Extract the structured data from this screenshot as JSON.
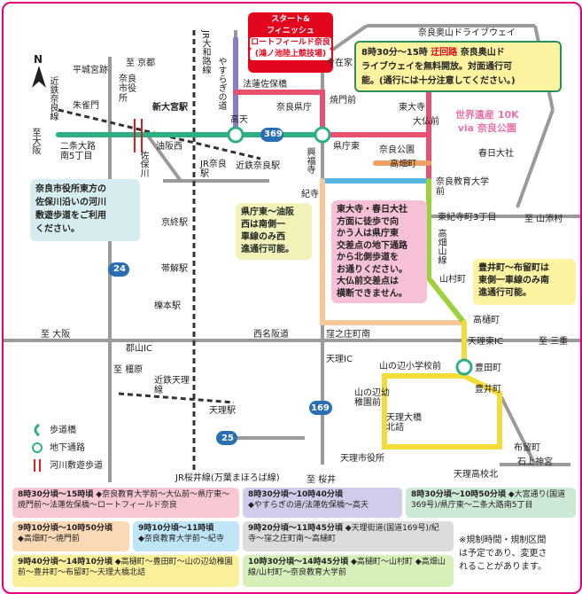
{
  "start_finish": {
    "line1": "スタート&",
    "line2": "フィニッシュ",
    "line3": "ロートフィールド奈良",
    "line4": "(鴻ノ池陸上競技場)"
  },
  "callouts": {
    "driveway_l1": "8時30分〜15時 ",
    "driveway_detour": "迂回路",
    "driveway_l1b": " 奈良奥山ド",
    "driveway_l2": "ライブウェイを無料開放。対面通行可",
    "driveway_l3": "能。(通行には十分注意してください。)",
    "heritage_l1": "世界遺産 10K",
    "heritage_l2": "via 奈良公園",
    "city_hall_l1": "奈良市役所東方の",
    "city_hall_l2": "佐保川沿いの河川",
    "city_hall_l3": "敷遊歩道をご利用",
    "city_hall_l4": "ください。",
    "kenchohigashi_l1": "県庁東〜油阪",
    "kenchohigashi_l2": "西は南側一",
    "kenchohigashi_l3": "車線のみ西",
    "kenchohigashi_l4": "進通行可能。",
    "walk_l1": "東大寺・春日大社",
    "walk_l2": "方面に徒歩で向",
    "walk_l3": "かう人は県庁東",
    "walk_l4": "交差点の地下通路",
    "walk_l5": "から北側歩道を",
    "walk_l6": "お通りください。",
    "walk_l7": "大仏前交差点は",
    "walk_l8": "横断できません。",
    "toyoi_l1": "豊井町〜布留町は",
    "toyoi_l2": "東側一車線のみ南",
    "toyoi_l3": "進通行可能。"
  },
  "places": {
    "north": "N",
    "nara_okuyama_dw": "奈良奥山ドライブウェイ",
    "imazaike": "今在家",
    "hokkekaichi": "法蓮佐保橋",
    "yasuragi": "やすらぎの道",
    "jr_yamatoji": "JR大和路線",
    "kintetsu_nara_line": "近鉄奈良線",
    "heijo": "平城宮跡",
    "kyoto": "至 京都",
    "nara_city_hall": "奈良市役所",
    "suzakumon": "朱雀門",
    "shin_omiya": "新大宮駅",
    "to_osaka": "至大阪",
    "nijo_oji": "二条大路南5丁目",
    "aburasaka": "油阪西",
    "saho_river": "佐保川",
    "jr_nara": "JR奈良駅",
    "kintetsu_nara": "近鉄奈良駅",
    "koten": "高天",
    "kencho_mae": "奈良県庁",
    "kencho_higashi": "県庁東",
    "yakeimon": "焼門前",
    "todaiji": "東大寺",
    "daibutsu": "大仏前",
    "nara_koen": "奈良公園",
    "takabatake": "高畑町",
    "kasuga": "春日大社",
    "kyodai": "奈良教育大学前",
    "kofukuji": "興福寺",
    "kidera": "紀寺",
    "kitoji3": "東紀寺町3丁目",
    "yamazoe": "至 山添村",
    "kyobate": "京終駅",
    "obitoke": "帯解駅",
    "ichinomoto": "櫟本駅",
    "route24": "24",
    "to_osaka2": "至 大阪",
    "koriyama_ic": "郡山IC",
    "nishi_nara": "西名阪道",
    "kashihara": "至 橿原",
    "tenri_ic": "天理IC",
    "hinohara": "窪之庄町南",
    "takahicho": "高樋町",
    "higashi_ic": "天理東IC",
    "to_mie": "至 三重",
    "toyodacho": "豊田町",
    "yamanobe_school": "山の辺小学校前",
    "toyoi": "豊井町",
    "yamanobe_kinder": "山の辺幼稚園前",
    "tenri_ohashi": "天理大橋北詰",
    "kintetsu_tenri": "近鉄天理線",
    "jr_tenri": "天理駅",
    "route169": "169",
    "route25": "25",
    "furucho": "布留町",
    "isonokami": "石上神宮",
    "tenri_city_hall": "天理市役所",
    "tenri_high": "天理高校北",
    "sakurai": "至 桜井",
    "jr_sakurai_line": "JR桜井線(万葉まほろば線)",
    "takahatake_san": "高畑山線",
    "yamamura": "山村町",
    "route369": "369"
  },
  "legend": {
    "bridge": "歩道橋",
    "underpass": "地下通路",
    "riverside": "河川敷遊歩道"
  },
  "schedule": [
    {
      "time": "8時30分頃〜15時頃",
      "route": "◆奈良教育大学前〜大仏前〜県庁東〜焼門前〜法蓮佐保橋〜ロートフィールド奈良",
      "color": "#f8c8d4"
    },
    {
      "time": "8時30分頃〜10時40分頃",
      "route": "◆やすらぎの道/法蓮佐保橋〜高天",
      "color": "#cfcdea"
    },
    {
      "time": "8時30分頃〜10時50分頃",
      "route": "◆大宮通り(国道369号)/県庁東〜二条大路南5丁目",
      "color": "#cde8d4"
    },
    {
      "time": "9時10分頃〜10時50分頃",
      "route": "◆高畑町〜焼門前",
      "color": "#fbd9b4"
    },
    {
      "time": "9時10分頃〜11時頃",
      "route": "◆奈良教育大学前〜紀寺",
      "color": "#bfe6f7"
    },
    {
      "time": "9時20分頃〜11時45分頃",
      "route": "◆天理街道(国道169号)/紀寺〜窪之庄町南〜高樋町",
      "color": "#dcdcdc"
    },
    {
      "time": "9時40分頃〜14時10分頃",
      "route": "◆高樋町〜豊田町〜山の辺幼稚園前〜豊井町〜布留町〜天理大橋北詰",
      "color": "#fbf09a"
    },
    {
      "time": "10時30分頃〜14時45分頃",
      "route": "◆高樋町〜山村町 ◆高畑山線/山村町〜奈良教育大学前",
      "color": "#d7efb8"
    }
  ],
  "disclaimer": {
    "l1": "※規制時間・規制区間",
    "l2": "は予定であり、変更さ",
    "l3": "れることがあります。"
  }
}
